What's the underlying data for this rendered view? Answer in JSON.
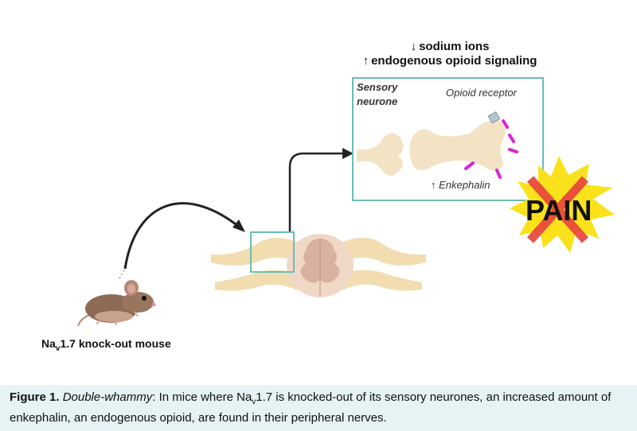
{
  "header": {
    "line1_arrow": "↓",
    "line1_text": "sodium ions",
    "line2_arrow": "↑",
    "line2_text": "endogenous opioid signaling"
  },
  "panel": {
    "title_line1": "Sensory",
    "title_line2": "neurone",
    "receptor_label": "Opioid receptor",
    "enkephalin_arrow": "↑",
    "enkephalin_label": "Enkephalin",
    "border_color": "#6bbcb5"
  },
  "pain": {
    "text": "PAIN",
    "burst_color": "#f9e21b",
    "cross_color": "#e8453c"
  },
  "mouse": {
    "label_main": "Na",
    "label_sub": "v",
    "label_rest": "1.7 knock-out mouse"
  },
  "caption": {
    "figure_label": "Figure 1.",
    "italic_part": "Double-whammy",
    "text_before_sub": ": In mice where Na",
    "sub": "v",
    "text_after_sub": "1.7 is knocked-out of its sensory neurones, an increased amount of enkephalin, an endogenous opioid, are found in their peripheral nerves.",
    "background": "#e6f2f4"
  },
  "colors": {
    "nerve": "#f1ddb0",
    "cord_outer": "#f0d8c6",
    "cord_inner": "#d9b1a2",
    "enkephalin": "#e020d8",
    "arrow": "#222222"
  }
}
